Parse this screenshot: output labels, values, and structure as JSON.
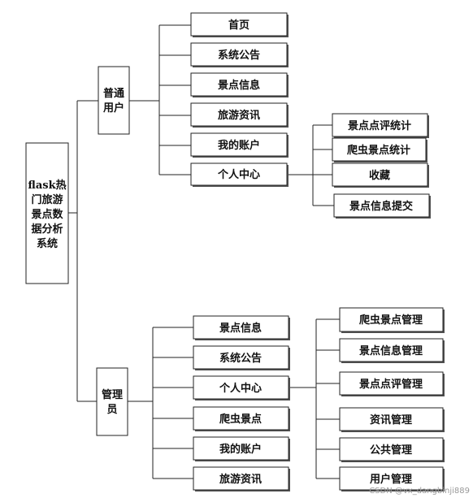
{
  "root": {
    "lines": [
      "flask热",
      "门旅游",
      "景点数",
      "据分析",
      "系统"
    ]
  },
  "groups": {
    "user": {
      "lines": [
        "普通",
        "用户"
      ],
      "items": [
        "首页",
        "系统公告",
        "景点信息",
        "旅游资讯",
        "我的账户",
        "个人中心"
      ],
      "sub_items": [
        "景点点评统计",
        "爬虫景点统计",
        "收藏",
        "景点信息提交"
      ]
    },
    "admin": {
      "lines": [
        "管理",
        "员"
      ],
      "items": [
        "景点信息",
        "系统公告",
        "个人中心",
        "爬虫景点",
        "我的账户",
        "旅游资讯"
      ],
      "sub_items": [
        "爬虫景点管理",
        "景点信息管理",
        "景点点评管理",
        "资讯管理",
        "公共管理",
        "用户管理"
      ]
    }
  },
  "watermark": "CSDN @vx_dangbinji889"
}
